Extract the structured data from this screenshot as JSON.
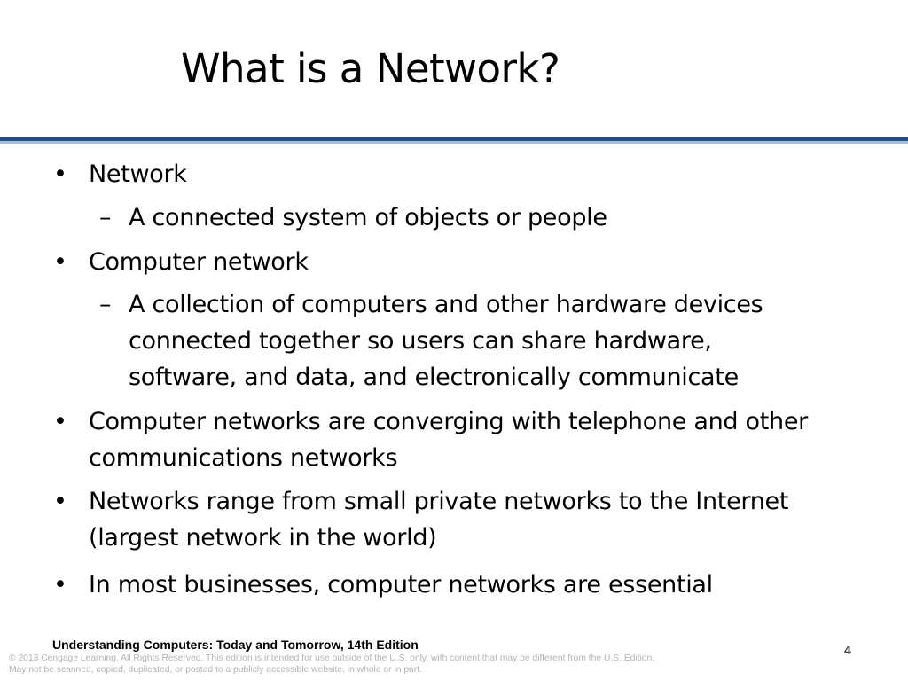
{
  "slide": {
    "title": "What is a Network?",
    "bullets": [
      {
        "level": 1,
        "marker": "•",
        "lines": [
          "Network"
        ]
      },
      {
        "level": 2,
        "marker": "–",
        "lines": [
          "A connected system of objects or people"
        ]
      },
      {
        "level": 1,
        "marker": "•",
        "lines": [
          "Computer network"
        ]
      },
      {
        "level": 2,
        "marker": "–",
        "lines": [
          "A collection of computers and other hardware devices",
          "connected together so users can share hardware,",
          "software, and data, and electronically communicate"
        ]
      },
      {
        "level": 1,
        "marker": "•",
        "lines": [
          "Computer networks are converging with telephone and other",
          "communications networks"
        ]
      },
      {
        "level": 1,
        "marker": "•",
        "lines": [
          "Networks range from small private networks to the Internet",
          "(largest network in the world)"
        ]
      },
      {
        "level": 1,
        "marker": "•",
        "lines": [
          "In most businesses, computer networks are essential"
        ]
      }
    ]
  },
  "footer": {
    "book_title": "Understanding Computers: Today and Tomorrow, 14th Edition",
    "page_number": "4",
    "copyright_line1": "© 2013 Cengage Learning. All Rights Reserved. This edition is intended for use outside of the U.S. only, with content that may be different from the U.S. Edition.",
    "copyright_line2": "May not be scanned, copied, duplicated, or posted to a publicly accessible website, in whole or in part."
  },
  "colors": {
    "title_rule": "#1f4e8f",
    "title_rule_light": "#a9bcd8",
    "copyright_text": "#b3b3b3"
  }
}
